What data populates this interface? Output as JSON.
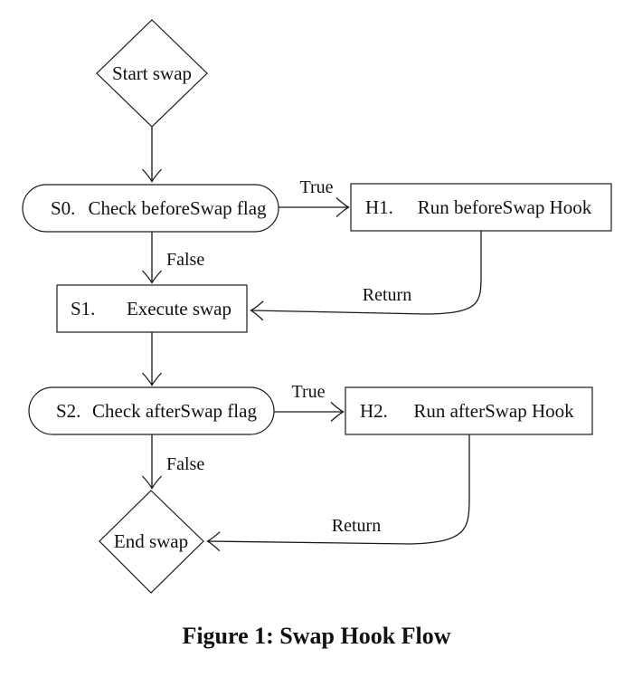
{
  "figure": {
    "caption": "Figure 1: Swap Hook Flow"
  },
  "nodes": {
    "start": {
      "shape": "diamond",
      "label": "Start swap"
    },
    "s0": {
      "shape": "stadium",
      "prefix": "S0.",
      "label": "Check beforeSwap flag"
    },
    "h1": {
      "shape": "rect",
      "prefix": "H1.",
      "label": "Run beforeSwap Hook"
    },
    "s1": {
      "shape": "rect",
      "prefix": "S1.",
      "label": "Execute swap"
    },
    "s2": {
      "shape": "stadium",
      "prefix": "S2.",
      "label": "Check afterSwap flag"
    },
    "h2": {
      "shape": "rect",
      "prefix": "H2.",
      "label": "Run afterSwap Hook"
    },
    "end": {
      "shape": "diamond",
      "label": "End swap"
    }
  },
  "edges": {
    "start_s0": {
      "from": "start",
      "to": "s0",
      "label": ""
    },
    "s0_h1": {
      "from": "s0",
      "to": "h1",
      "label": "True"
    },
    "s0_s1": {
      "from": "s0",
      "to": "s1",
      "label": "False"
    },
    "h1_s1": {
      "from": "h1",
      "to": "s1",
      "label": "Return"
    },
    "s1_s2": {
      "from": "s1",
      "to": "s2",
      "label": ""
    },
    "s2_h2": {
      "from": "s2",
      "to": "h2",
      "label": "True"
    },
    "s2_end": {
      "from": "s2",
      "to": "end",
      "label": "False"
    },
    "h2_end": {
      "from": "h2",
      "to": "end",
      "label": "Return"
    }
  },
  "colors": {
    "stroke": "#1a1a1a",
    "text": "#111111",
    "background": "#ffffff"
  }
}
